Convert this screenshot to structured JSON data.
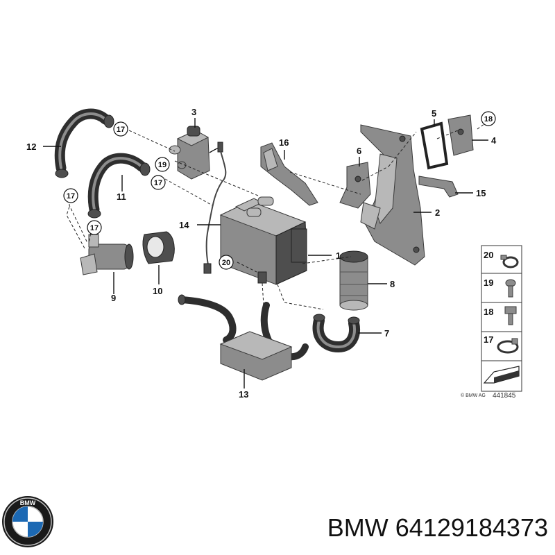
{
  "callouts": {
    "c1": "1",
    "c2": "2",
    "c3": "3",
    "c4": "4",
    "c5": "5",
    "c6": "6",
    "c7": "7",
    "c8": "8",
    "c9": "9",
    "c10": "10",
    "c11": "11",
    "c12": "12",
    "c13": "13",
    "c14": "14",
    "c15": "15",
    "c16": "16"
  },
  "circled": {
    "a": "17",
    "b": "17",
    "c": "17",
    "d": "17",
    "e": "19",
    "f": "20",
    "g": "18"
  },
  "legend": {
    "r20": "20",
    "r19": "19",
    "r18": "18",
    "r17": "17"
  },
  "footer": {
    "copyright": "© BMW AG",
    "diagram_no": "441845"
  },
  "brand": {
    "name": "BMW",
    "part_number": "64129184373",
    "logo_letters": "BMW"
  }
}
